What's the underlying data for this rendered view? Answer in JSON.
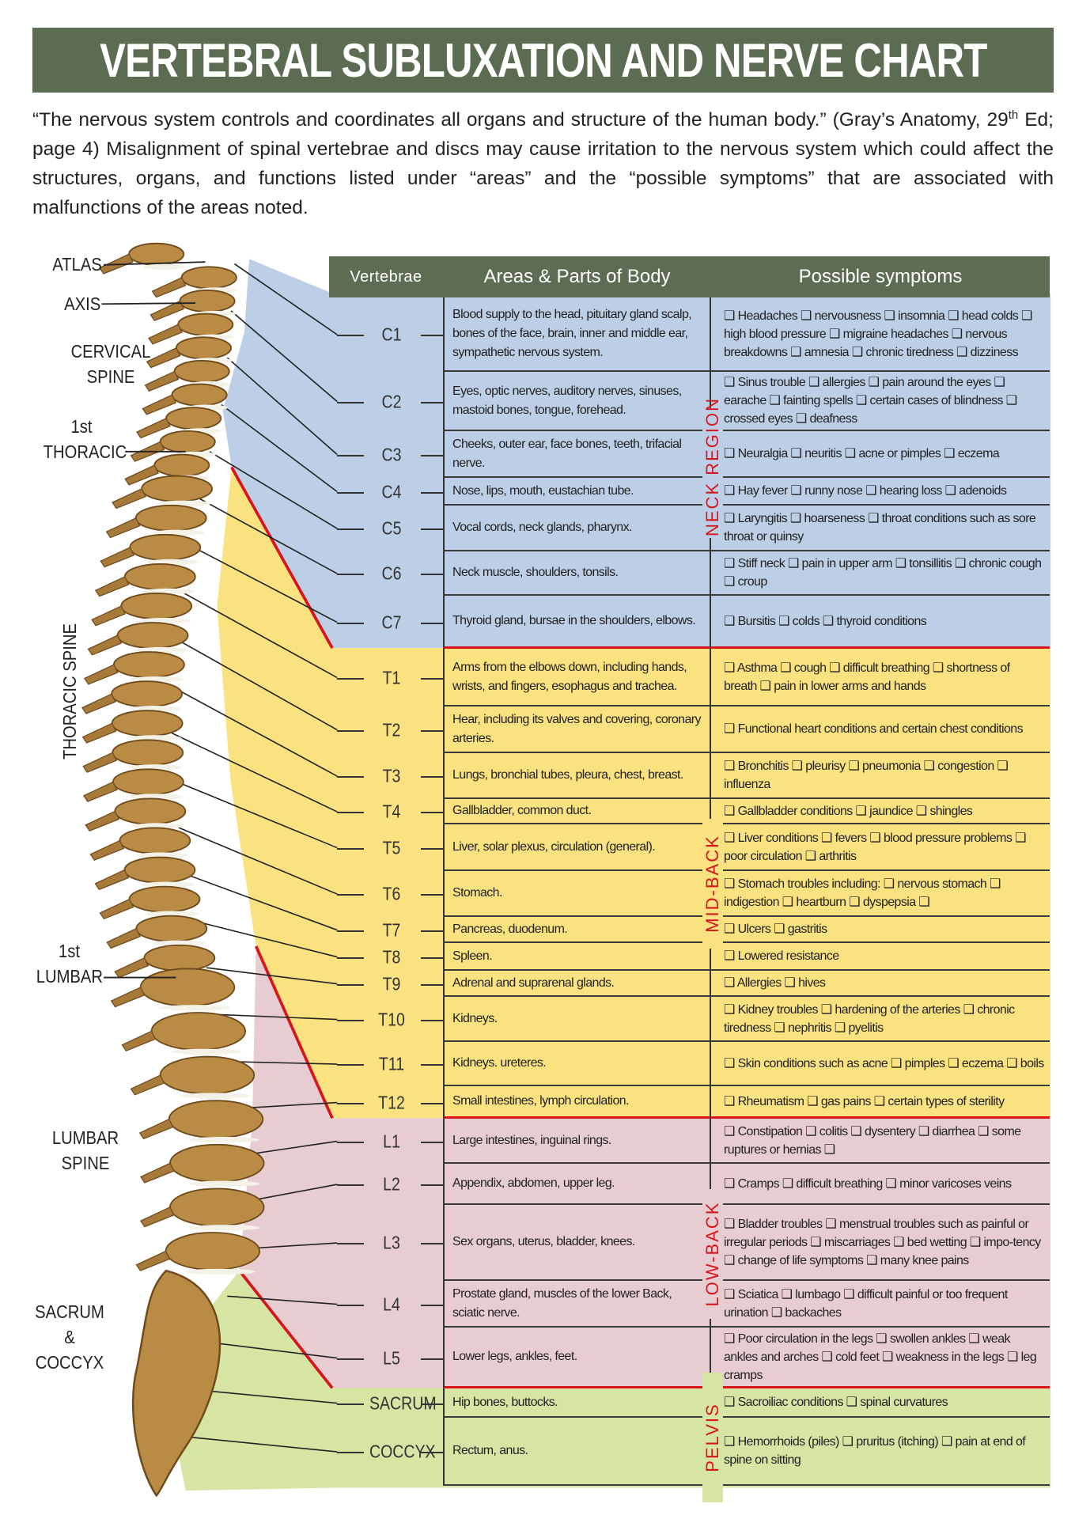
{
  "title": "VERTEBRAL SUBLUXATION AND NERVE CHART",
  "intro": {
    "before": "“The nervous system controls and coordinates all organs and structure of the human body.” (Gray’s Anatomy, 29",
    "sup": "th",
    "after": " Ed; page 4) Misalignment of spinal vertebrae and discs may cause irritation to the nervous system which could affect the structures, organs, and functions listed under “areas” and the “possible symptoms” that are associated with malfunctions of the areas noted."
  },
  "colors": {
    "title_bg": "#5c6c52",
    "neck": "#bccfe6",
    "mid": "#f9e27f",
    "low": "#e7cdd2",
    "pelvis": "#d6e4a4",
    "red": "#d6161c"
  },
  "left_labels": {
    "atlas": "ATLAS",
    "axis": "AXIS",
    "cervical": "CERVICAL SPINE",
    "first_thoracic": "1st THORACIC",
    "thoracic": "THORACIC SPINE",
    "first_lumbar": "1st LUMBAR",
    "lumbar": "LUMBAR SPINE",
    "sacrum_coccyx": "SACRUM & COCCYX"
  },
  "table": {
    "headers": {
      "vertebrae": "Vertebrae",
      "areas": "Areas & Parts of Body",
      "symptoms": "Possible symptoms"
    },
    "regions": {
      "neck": "NECK REGION",
      "mid": "MID-BACK",
      "low": "LOW-BACK",
      "pelvis": "PELVIS"
    },
    "rows": [
      {
        "v": "C1",
        "region": "neck",
        "areas": "Blood supply to the head, pituitary gland scalp, bones of the face, brain, inner and middle ear, sympathetic nervous system.",
        "symptoms": "❑ Headaches ❑ nervousness ❑ insomnia ❑ head colds ❑ high blood pressure ❑ migraine headaches ❑ nervous breakdowns ❑ amnesia ❑ chronic tiredness ❑ dizziness"
      },
      {
        "v": "C2",
        "region": "neck",
        "areas": "Eyes, optic nerves, auditory nerves, sinuses, mastoid bones, tongue, forehead.",
        "symptoms": "❑ Sinus trouble ❑ allergies ❑ pain around the eyes ❑ earache ❑ fainting spells ❑ certain cases of blindness ❑ crossed eyes ❑ deafness"
      },
      {
        "v": "C3",
        "region": "neck",
        "areas": "Cheeks, outer ear, face bones, teeth, trifacial nerve.",
        "symptoms": "❑ Neuralgia ❑ neuritis ❑ acne or pimples ❑ eczema"
      },
      {
        "v": "C4",
        "region": "neck",
        "areas": "Nose, lips, mouth, eustachian tube.",
        "symptoms": "❑ Hay fever ❑ runny nose ❑ hearing loss ❑ adenoids"
      },
      {
        "v": "C5",
        "region": "neck",
        "areas": "Vocal cords, neck glands, pharynx.",
        "symptoms": "❑ Laryngitis ❑ hoarseness ❑ throat conditions such as sore throat or quinsy"
      },
      {
        "v": "C6",
        "region": "neck",
        "areas": "Neck muscle, shoulders, tonsils.",
        "symptoms": "❑ Stiff neck ❑ pain in upper arm ❑ tonsillitis ❑ chronic cough ❑ croup"
      },
      {
        "v": "C7",
        "region": "neck",
        "areas": "Thyroid gland, bursae in the shoulders, elbows.",
        "symptoms": "❑ Bursitis ❑ colds ❑ thyroid conditions"
      },
      {
        "v": "T1",
        "region": "mid",
        "areas": "Arms from the elbows down, including hands, wrists, and fingers, esophagus and trachea.",
        "symptoms": "❑ Asthma ❑ cough ❑ difficult breathing ❑ shortness of breath ❑ pain in lower arms and hands"
      },
      {
        "v": "T2",
        "region": "mid",
        "areas": "Hear, including its valves and covering, coronary arteries.",
        "symptoms": "❑ Functional heart conditions and certain chest conditions"
      },
      {
        "v": "T3",
        "region": "mid",
        "areas": "Lungs, bronchial tubes, pleura, chest, breast.",
        "symptoms": "❑ Bronchitis ❑ pleurisy ❑ pneumonia ❑ congestion ❑ influenza"
      },
      {
        "v": "T4",
        "region": "mid",
        "areas": "Gallbladder, common duct.",
        "symptoms": "❑ Gallbladder conditions ❑ jaundice ❑ shingles"
      },
      {
        "v": "T5",
        "region": "mid",
        "areas": "Liver, solar plexus, circulation (general).",
        "symptoms": "❑ Liver conditions ❑ fevers ❑ blood pressure problems ❑ poor circulation ❑ arthritis"
      },
      {
        "v": "T6",
        "region": "mid",
        "areas": "Stomach.",
        "symptoms": "❑ Stomach troubles including: ❑ nervous stomach ❑ indigestion ❑ heartburn ❑ dyspepsia ❑"
      },
      {
        "v": "T7",
        "region": "mid",
        "areas": "Pancreas, duodenum.",
        "symptoms": "❑ Ulcers ❑ gastritis"
      },
      {
        "v": "T8",
        "region": "mid",
        "areas": "Spleen.",
        "symptoms": "❑ Lowered resistance"
      },
      {
        "v": "T9",
        "region": "mid",
        "areas": "Adrenal and suprarenal glands.",
        "symptoms": "❑ Allergies ❑ hives"
      },
      {
        "v": "T10",
        "region": "mid",
        "areas": "Kidneys.",
        "symptoms": "❑ Kidney troubles ❑ hardening of the arteries ❑ chronic tiredness ❑ nephritis ❑ pyelitis"
      },
      {
        "v": "T11",
        "region": "mid",
        "areas": "Kidneys. ureteres.",
        "symptoms": "❑ Skin conditions such as acne ❑ pimples ❑ eczema ❑ boils"
      },
      {
        "v": "T12",
        "region": "mid",
        "areas": "Small intestines, lymph circulation.",
        "symptoms": "❑ Rheumatism ❑ gas pains ❑ certain types of sterility"
      },
      {
        "v": "L1",
        "region": "low",
        "areas": "Large intestines, inguinal rings.",
        "symptoms": "❑ Constipation ❑ colitis ❑ dysentery ❑ diarrhea ❑ some ruptures or hernias ❑"
      },
      {
        "v": "L2",
        "region": "low",
        "areas": "Appendix, abdomen, upper leg.",
        "symptoms": "❑ Cramps ❑ difficult breathing ❑ minor varicoses veins"
      },
      {
        "v": "L3",
        "region": "low",
        "areas": "Sex organs, uterus, bladder, knees.",
        "symptoms": "❑ Bladder troubles ❑ menstrual troubles such as painful or irregular periods ❑ miscarriages ❑ bed wetting ❑ impo-tency ❑ change of life symptoms ❑ many knee pains"
      },
      {
        "v": "L4",
        "region": "low",
        "areas": "Prostate gland, muscles of the lower Back, sciatic nerve.",
        "symptoms": "❑ Sciatica ❑ lumbago ❑ difficult painful or too frequent urination ❑ backaches"
      },
      {
        "v": "L5",
        "region": "low",
        "areas": "Lower legs, ankles, feet.",
        "symptoms": "❑ Poor circulation in the legs ❑ swollen ankles ❑ weak ankles and arches ❑ cold feet ❑ weakness in the legs ❑ leg cramps"
      },
      {
        "v": "SACRUM",
        "region": "pelvis",
        "areas": "Hip bones, buttocks.",
        "symptoms": "❑ Sacroiliac conditions ❑ spinal curvatures"
      },
      {
        "v": "COCCYX",
        "region": "pelvis",
        "areas": "Rectum, anus.",
        "symptoms": "❑ Hemorrhoids (piles) ❑ pruritus (itching) ❑ pain at end of spine on sitting"
      }
    ]
  }
}
